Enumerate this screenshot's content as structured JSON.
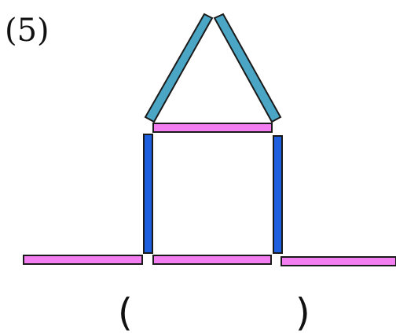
{
  "problem": {
    "number_label": "(5)",
    "answer_open": "(",
    "answer_close": ")"
  },
  "colors": {
    "roof_stick": "#4aa6c4",
    "ceiling_stick": "#f27ef2",
    "wall_stick": "#1e5fe0",
    "floor_stick": "#f27ef2",
    "outline": "#1a1a1a"
  },
  "sticks": [
    {
      "name": "roof-left-stick",
      "role": "roof"
    },
    {
      "name": "roof-right-stick",
      "role": "roof"
    },
    {
      "name": "ceiling-stick",
      "role": "ceiling"
    },
    {
      "name": "left-wall-stick",
      "role": "wall"
    },
    {
      "name": "right-wall-stick",
      "role": "wall"
    },
    {
      "name": "floor-left-stick",
      "role": "floor"
    },
    {
      "name": "floor-center-stick",
      "role": "floor"
    },
    {
      "name": "floor-right-stick",
      "role": "floor"
    }
  ]
}
